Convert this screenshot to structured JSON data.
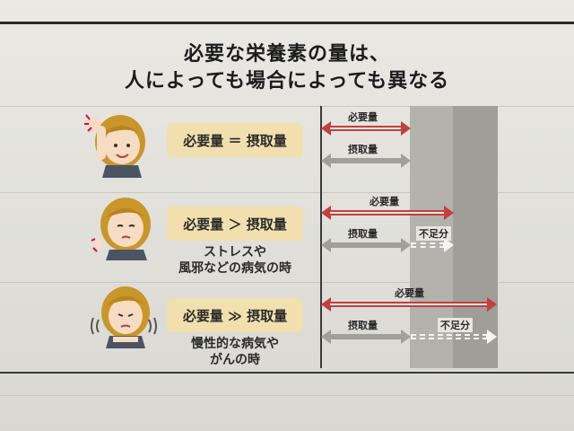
{
  "title": {
    "line1": "必要な栄養素の量は、",
    "line2": "人によっても場合によっても異なる"
  },
  "rows": [
    {
      "label": "必要量 ＝ 摂取量",
      "caption": "",
      "required_label": "必要量",
      "intake_label": "摂取量",
      "shortage_label": ""
    },
    {
      "label": "必要量 ＞ 摂取量",
      "caption_line1": "ストレスや",
      "caption_line2": "風邪などの病気の時",
      "required_label": "必要量",
      "intake_label": "摂取量",
      "shortage_label": "不足分"
    },
    {
      "label": "必要量 ≫ 摂取量",
      "caption_line1": "慢性的な病気や",
      "caption_line2": "がんの時",
      "required_label": "必要量",
      "intake_label": "摂取量",
      "shortage_label": "不足分"
    }
  ],
  "colors": {
    "label_box": "#f1dfae",
    "required_arrow": "#c2403d",
    "intake_arrow": "#a09f9a",
    "band_light": "#b3b2ad",
    "band_dark": "#9f9e99"
  },
  "icons": [
    "woman-flexing-icon",
    "woman-worried-icon",
    "woman-anxious-icon"
  ]
}
